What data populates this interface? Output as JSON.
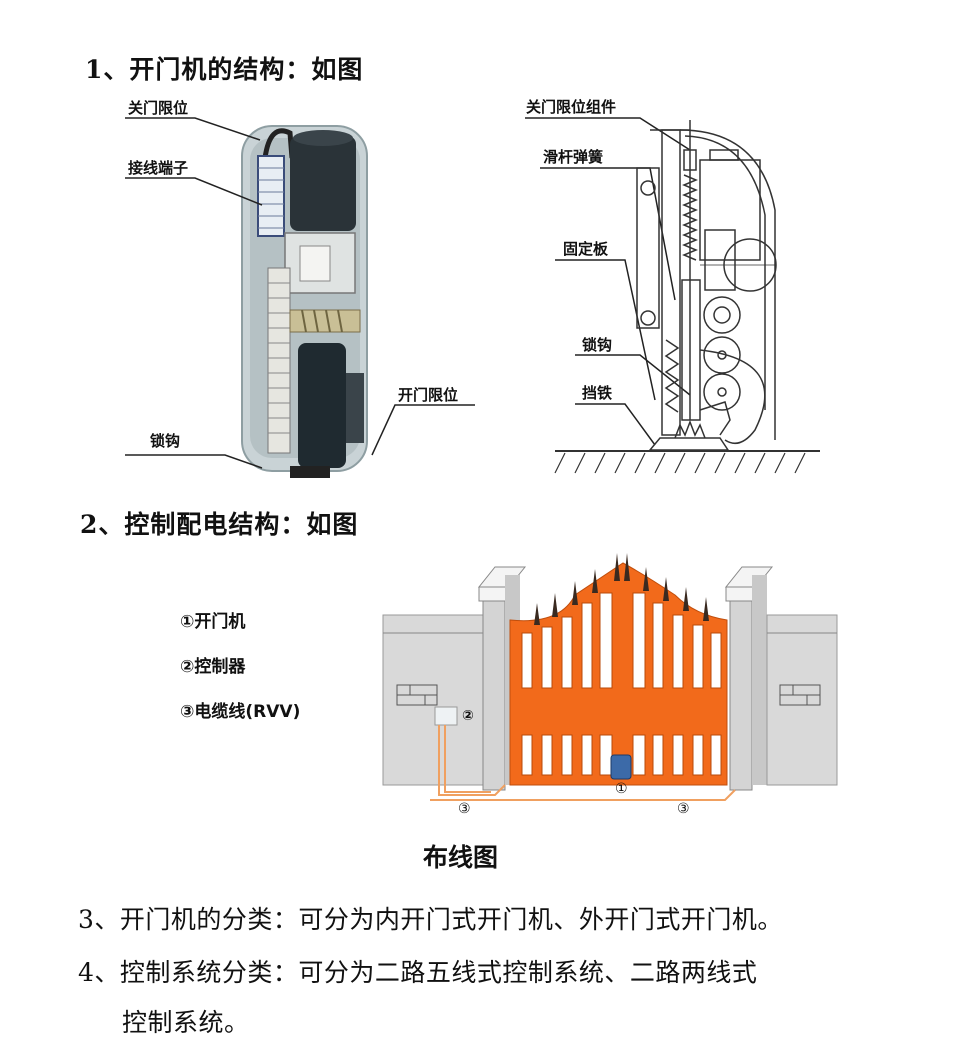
{
  "section1": {
    "heading": "1、开门机的结构：如图",
    "photo_labels": {
      "close_limit": "关门限位",
      "terminal_block": "接线端子",
      "open_limit": "开门限位",
      "lock_hook": "锁钩"
    },
    "drawing_labels": {
      "close_limit_assembly": "关门限位组件",
      "slide_rod_spring": "滑杆弹簧",
      "fixed_plate": "固定板",
      "lock_hook": "锁钩",
      "stopper": "挡铁"
    }
  },
  "section2": {
    "heading": "2、控制配电结构：如图",
    "legend": [
      "①开门机",
      "②控制器",
      "③电缆线(RVV)"
    ],
    "diagram_markers": {
      "opener": "①",
      "controller": "②",
      "cable_left": "③",
      "cable_right": "③"
    },
    "caption": "布线图",
    "colors": {
      "gate": "#f26a1b",
      "wall": "#d9d9d9",
      "cap": "#f4f4f4",
      "cable": "#f0a060",
      "opener": "#3c6aa8"
    }
  },
  "section3": {
    "text": "3、开门机的分类：可分为内开门式开门机、外开门式开门机。"
  },
  "section4": {
    "line1": "4、控制系统分类：可分为二路五线式控制系统、二路两线式",
    "line2": "控制系统。"
  }
}
